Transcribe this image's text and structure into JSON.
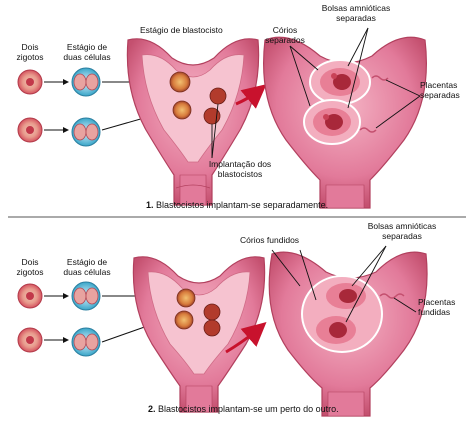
{
  "top": {
    "zygotes_label": [
      "Dois",
      "zigotos"
    ],
    "two_cell_label": [
      "Estágio de",
      "duas células"
    ],
    "blastocyst_label": "Estágio de blastocisto",
    "amniotic_label": [
      "Bolsas amnióticas",
      "separadas"
    ],
    "chorion_label": [
      "Córios",
      "separados"
    ],
    "placenta_label": [
      "Placentas",
      "separadas"
    ],
    "implant_label": [
      "Implantação dos",
      "blastocistos"
    ],
    "caption_num": "1.",
    "caption": "Blastocistos implantam-se separadamente."
  },
  "bottom": {
    "chorion_label": "Córios fundidos",
    "amniotic_label": [
      "Bolsas amnióticas",
      "separadas"
    ],
    "placenta_label": [
      "Placentas",
      "fundidas"
    ],
    "caption_num": "2.",
    "caption": "Blastocistos implantam-se um perto do outro."
  },
  "colors": {
    "uterus": "#e27a9a",
    "uterus_dark": "#c4506f",
    "cavity": "#f6c3d0",
    "cell": "#3aa6c9",
    "embryo": "#a8283a"
  }
}
